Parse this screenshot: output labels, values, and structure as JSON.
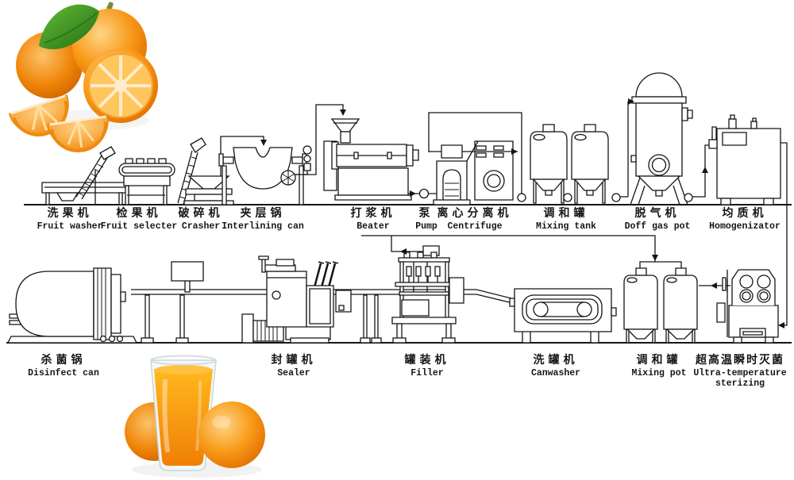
{
  "colors": {
    "line": "#151515",
    "background": "#ffffff",
    "orange": "#f89a18",
    "orange_dark": "#e06c00",
    "leaf_green": "#2e7d14",
    "juice": "#f79311",
    "glass": "#c9d6da"
  },
  "top_row": [
    {
      "id": "fruit-washer",
      "zh": "洗果机",
      "en": "Fruit washer",
      "icon": "fruit-washer-icon"
    },
    {
      "id": "fruit-selecter",
      "zh": "检果机",
      "en": "Fruit selecter",
      "icon": "fruit-selecter-icon"
    },
    {
      "id": "crusher",
      "zh": "破碎机",
      "en": "Crasher",
      "icon": "crusher-icon"
    },
    {
      "id": "interlining-can",
      "zh": "夹层锅",
      "en": "Interlining can",
      "icon": "interlining-can-icon"
    },
    {
      "id": "beater",
      "zh": "打浆机",
      "en": "Beater",
      "icon": "beater-icon"
    },
    {
      "id": "pump",
      "zh": "泵",
      "en": "Pump",
      "icon": "pump-icon"
    },
    {
      "id": "centrifuge",
      "zh": "离心分离机",
      "en": "Centrifuge",
      "icon": "centrifuge-icon"
    },
    {
      "id": "mixing-tank",
      "zh": "调和罐",
      "en": "Mixing tank",
      "icon": "mixing-tank-icon"
    },
    {
      "id": "doff-gas-pot",
      "zh": "脱气机",
      "en": "Doff gas pot",
      "icon": "deaerator-icon"
    },
    {
      "id": "homogenizer",
      "zh": "均质机",
      "en": "Homogenizator",
      "icon": "homogenizer-icon"
    }
  ],
  "bottom_row": [
    {
      "id": "disinfect-can",
      "zh": "杀菌锅",
      "en": "Disinfect can",
      "icon": "disinfect-can-icon"
    },
    {
      "id": "sealer",
      "zh": "封罐机",
      "en": "Sealer",
      "icon": "sealer-icon"
    },
    {
      "id": "filler",
      "zh": "罐装机",
      "en": "Filler",
      "icon": "filler-icon"
    },
    {
      "id": "canwasher",
      "zh": "洗罐机",
      "en": "Canwasher",
      "icon": "canwasher-icon"
    },
    {
      "id": "mixing-pot",
      "zh": "调和罐",
      "en": "Mixing pot",
      "icon": "mixing-pot-icon"
    },
    {
      "id": "ultra-sterilizer",
      "zh": "超高温瞬时灭菌",
      "en": "Ultra-temperature sterizing",
      "icon": "ultra-sterilizer-icon"
    }
  ]
}
